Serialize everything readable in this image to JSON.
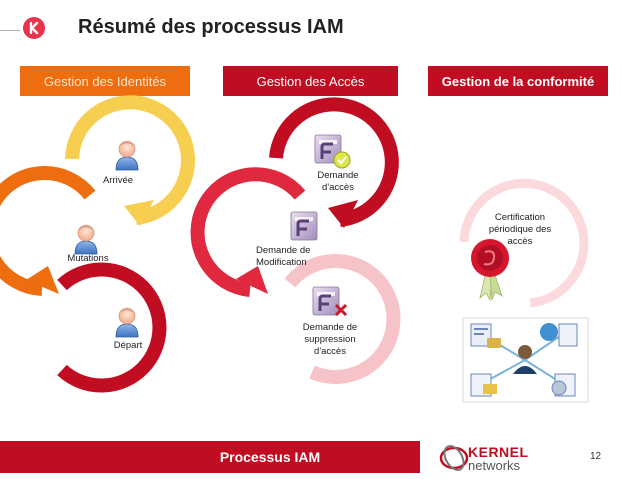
{
  "slide": {
    "title": "Résumé des processus IAM",
    "page_number": "12"
  },
  "tabs": [
    {
      "label": "Gestion des Identités"
    },
    {
      "label": "Gestion des Accès"
    },
    {
      "label": "Gestion de la conformité"
    }
  ],
  "identities": {
    "steps": [
      "Arrivée",
      "Mutations",
      "Départ"
    ]
  },
  "access": {
    "step1": [
      "Demande",
      "d'accès"
    ],
    "step2": [
      "Demande de",
      "Modification"
    ],
    "step3": [
      "Demande de",
      "suppression",
      "d'accès"
    ]
  },
  "compliance": {
    "lines": [
      "Certification",
      "périodique des",
      "accès"
    ]
  },
  "footer": {
    "text": "Processus IAM",
    "brand_top": "KERNEL",
    "brand_bottom": "networks"
  },
  "colors": {
    "red": "#c10d22",
    "orange": "#ee6d0e",
    "yellow": "#f7cf50",
    "pink": "#f6c4c8"
  },
  "icons": [
    "user-icon",
    "form-icon",
    "check-icon",
    "delete-icon",
    "seal-icon",
    "network-diagram-icon"
  ]
}
